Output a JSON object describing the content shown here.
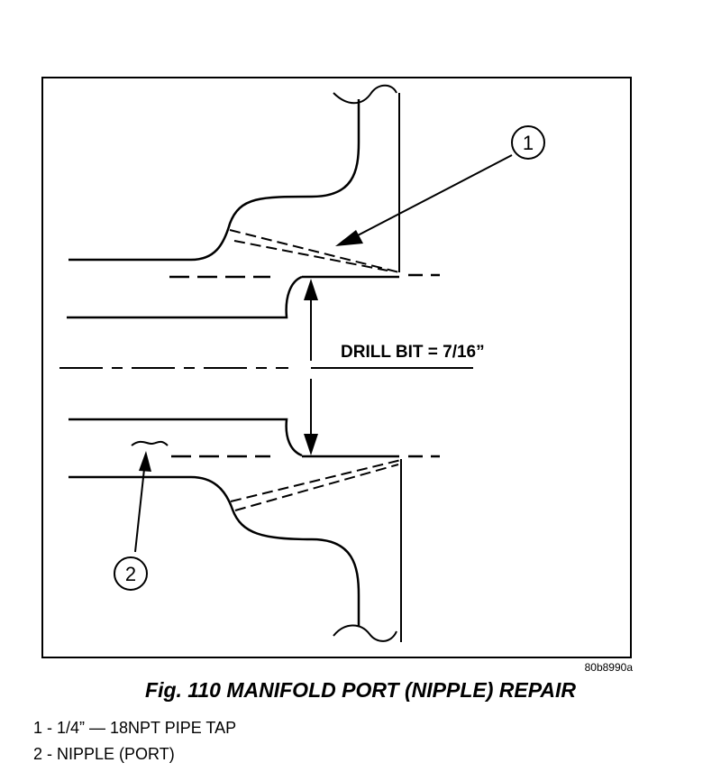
{
  "callouts": [
    "1",
    "2"
  ],
  "dimension_label": "DRILL BIT = 7/16”",
  "figure_id": "80b8990a",
  "caption": "Fig. 110 MANIFOLD PORT (NIPPLE) REPAIR",
  "legend": [
    "1 - 1/4” — 18NPT PIPE TAP",
    "2 - NIPPLE (PORT)"
  ]
}
